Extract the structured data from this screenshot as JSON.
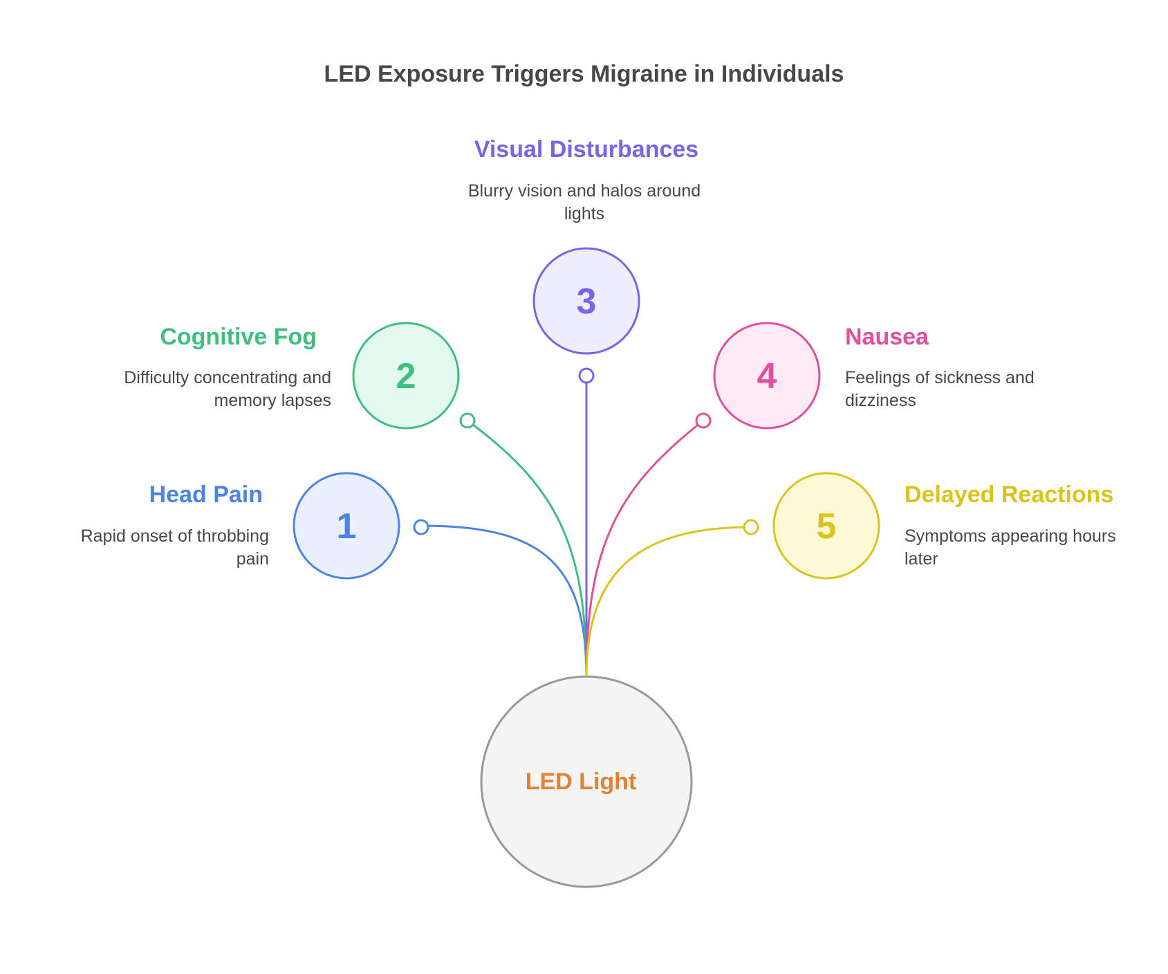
{
  "title": "LED Exposure Triggers Migraine in Individuals",
  "center": {
    "label": "LED Light",
    "color": "#e0822f"
  },
  "items": [
    {
      "number": "1",
      "heading": "Head Pain",
      "description": "Rapid onset of throbbing pain",
      "color": "#4b84e2",
      "fill": "#ebf1fc"
    },
    {
      "number": "2",
      "heading": "Cognitive Fog",
      "description": "Difficulty concentrating and memory lapses",
      "color": "#3fbf7f",
      "fill": "#e3f9ee"
    },
    {
      "number": "3",
      "heading": "Visual Disturbances",
      "description": "Blurry vision and halos around lights",
      "color": "#7a63e6",
      "fill": "#efeefc"
    },
    {
      "number": "4",
      "heading": "Nausea",
      "description": "Feelings of sickness and dizziness",
      "color": "#e0509d",
      "fill": "#fdeaf4"
    },
    {
      "number": "5",
      "heading": "Delayed Reactions",
      "description": "Symptoms appearing hours later",
      "color": "#dcc31c",
      "fill": "#fdf9d7"
    }
  ]
}
